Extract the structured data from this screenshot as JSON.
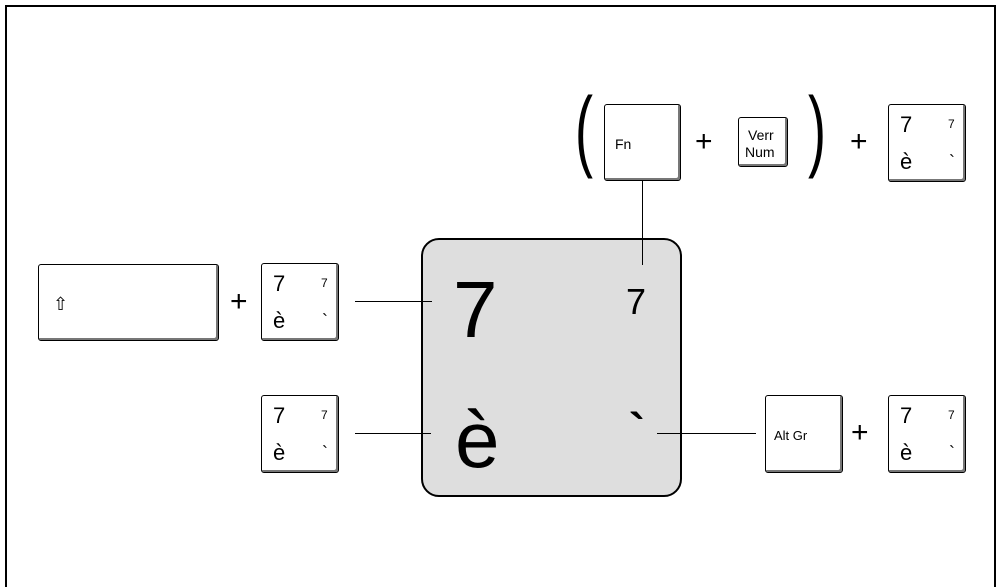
{
  "digit_key": {
    "shift_num": "7",
    "altgr_num": "7",
    "base": "è",
    "altgr": "`"
  },
  "big_key": {
    "shift_char": "7",
    "num_char": "7",
    "base_char": "è",
    "altgr_char": "`"
  },
  "modifiers": {
    "shift_symbol": "⇧",
    "fn_label": "Fn",
    "verr_num_line1": "Verr",
    "verr_num_line2": "Num",
    "alt_gr_label": "Alt Gr"
  },
  "plus_sign": "+",
  "paren_open": "(",
  "paren_close": ")"
}
